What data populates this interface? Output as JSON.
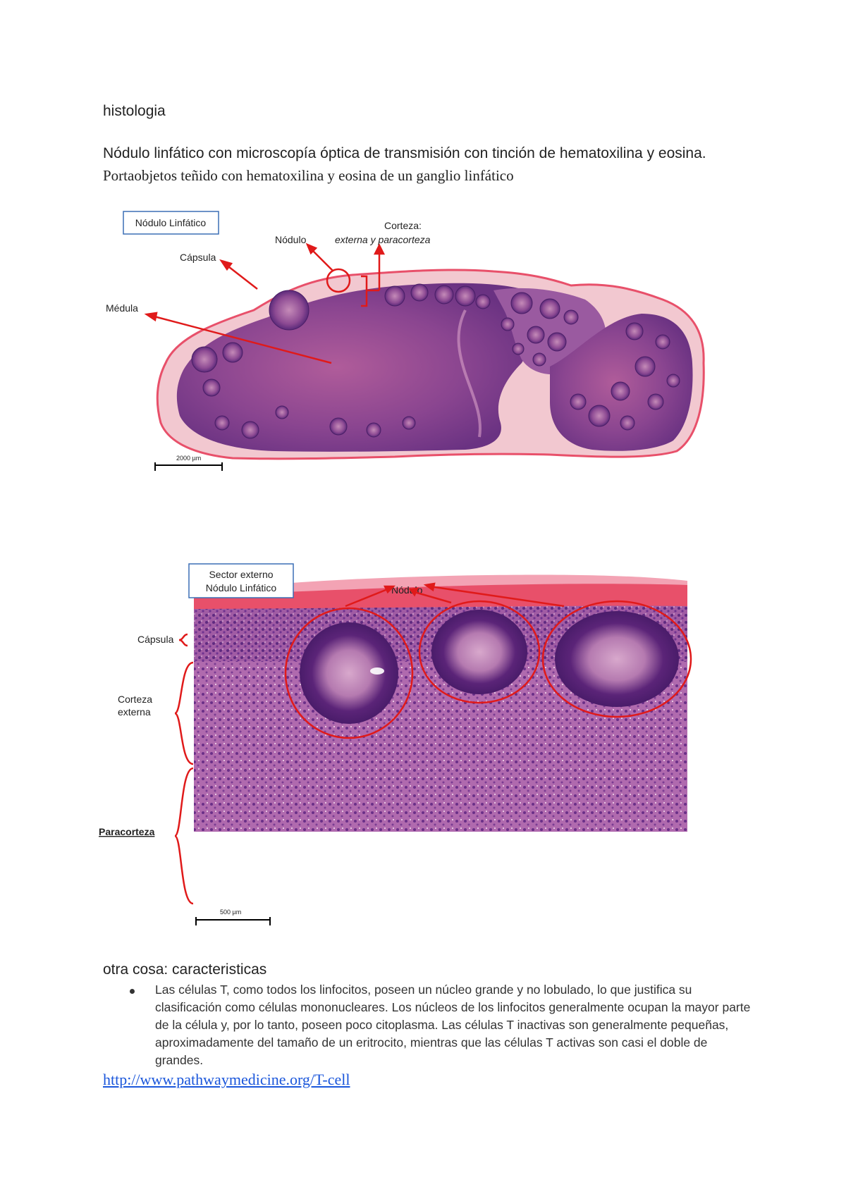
{
  "doc": {
    "heading": "histologia",
    "line1": "Nódulo linfático con microscopía óptica de transmisión con tinción de hematoxilina y eosina.",
    "line2": "Portaobjetos teñido con hematoxilina y eosina de un ganglio linfático"
  },
  "figure1": {
    "title_box": "Nódulo Linfático",
    "label_capsula": "Cápsula",
    "label_medula": "Médula",
    "label_nodulo": "Nódulo",
    "label_corteza": "Corteza:",
    "label_corteza_sub": "externa y paracorteza",
    "scale_bar": "2000 µm"
  },
  "figure2": {
    "title_line1": "Sector externo",
    "title_line2": "Nódulo Linfático",
    "label_nodulo": "Nódulo",
    "label_capsula": "Cápsula",
    "label_corteza_line1": "Corteza",
    "label_corteza_line2": "externa",
    "label_paracorteza": "Paracorteza",
    "scale_bar": "500 µm"
  },
  "section": {
    "title": "otra cosa: caracteristicas",
    "bullets": [
      "Las células T, como todos los linfocitos, poseen un núcleo grande y no lobulado, lo que justifica su clasificación como células mononucleares. Los núcleos de los linfocitos generalmente ocupan la mayor parte de la célula y, por lo tanto, poseen poco citoplasma. Las células T inactivas son generalmente pequeñas, aproximadamente del tamaño de un eritrocito, mientras que las células T activas son casi el doble de grandes."
    ]
  },
  "link": {
    "text": "http://www.pathwaymedicine.org/T-cell"
  },
  "colors": {
    "annotation_red": "#e01a1a",
    "box_blue": "#3b6fb6",
    "tissue_purple": "#7a3c84",
    "capsule_pink": "#e8506a",
    "link_blue": "#1a56db"
  }
}
